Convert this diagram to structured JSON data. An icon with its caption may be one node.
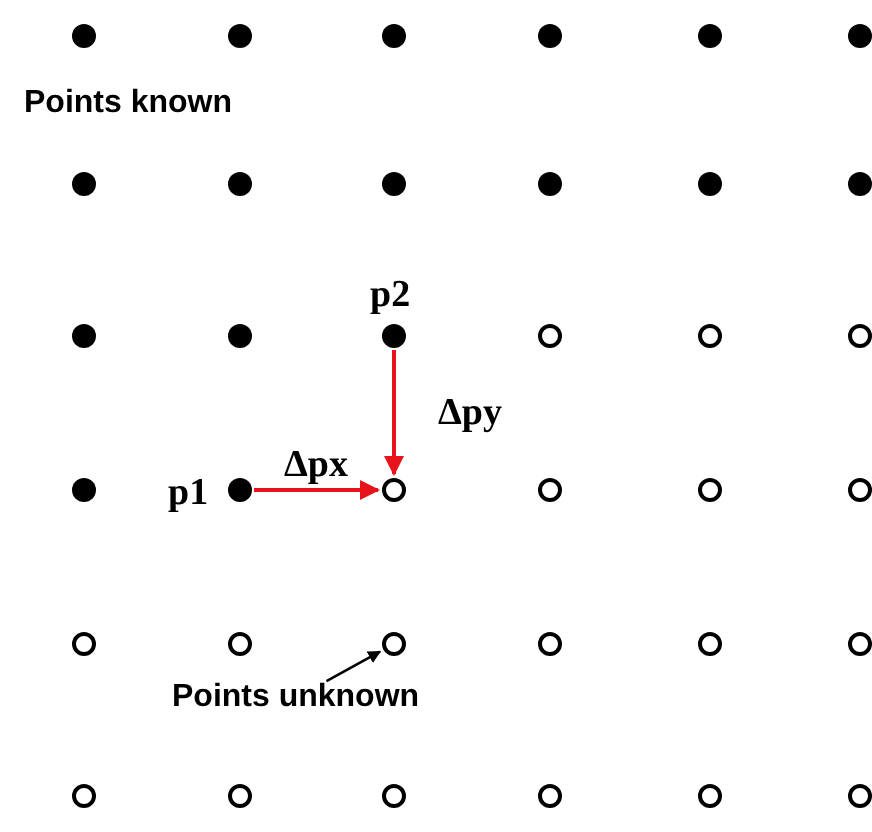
{
  "diagram": {
    "nodes": [
      {
        "text": [],
        "shape": "dot"
      },
      {
        "text": [],
        "shape": "dot"
      },
      {
        "text": [],
        "shape": "dot"
      },
      {
        "text": [],
        "shape": "dot"
      },
      {
        "text": [],
        "shape": "dot"
      },
      {
        "text": [],
        "shape": "dot"
      },
      {
        "text": [],
        "shape": "dot"
      },
      {
        "text": [],
        "shape": "dot"
      },
      {
        "text": [],
        "shape": "dot"
      },
      {
        "text": [],
        "shape": "dot"
      },
      {
        "text": [],
        "shape": "dot"
      },
      {
        "text": [],
        "shape": "dot"
      },
      {
        "text": [],
        "shape": "dot"
      },
      {
        "text": [],
        "shape": "dot"
      },
      {
        "text": [],
        "shape": "dot",
        "beside": [
          "p2"
        ]
      },
      {
        "text": [],
        "shape": "circle"
      },
      {
        "text": [],
        "shape": "circle"
      },
      {
        "text": [],
        "shape": "circle"
      },
      {
        "text": [],
        "shape": "dot"
      },
      {
        "text": [],
        "shape": "dot",
        "beside": [
          "p1"
        ]
      },
      {
        "text": [],
        "shape": "circle"
      },
      {
        "text": [],
        "shape": "circle"
      },
      {
        "text": [],
        "shape": "circle"
      },
      {
        "text": [],
        "shape": "circle"
      },
      {
        "text": [],
        "shape": "circle"
      },
      {
        "text": [],
        "shape": "circle"
      },
      {
        "text": [],
        "shape": "circle"
      },
      {
        "text": [],
        "shape": "circle"
      },
      {
        "text": [],
        "shape": "circle"
      },
      {
        "text": [],
        "shape": "circle"
      },
      {
        "text": [],
        "shape": "circle"
      },
      {
        "text": [],
        "shape": "circle"
      },
      {
        "text": [],
        "shape": "circle"
      },
      {
        "text": [],
        "shape": "circle"
      },
      {
        "text": [],
        "shape": "circle"
      },
      {
        "text": [],
        "shape": "circle"
      },
      {
        "text": [
          "Points unknown"
        ]
      }
    ],
    "edges": [
      {
        "from": 19,
        "to": 20,
        "arrow": "to",
        "label": "Δpx",
        "color": "#e8141c"
      },
      {
        "from": 14,
        "to": 20,
        "arrow": "to",
        "label": "Δpy",
        "color": "#e8141c"
      },
      {
        "from": 36,
        "to": 26,
        "arrow": "to",
        "color": "#000000"
      }
    ],
    "labels": [
      "Points known"
    ]
  }
}
